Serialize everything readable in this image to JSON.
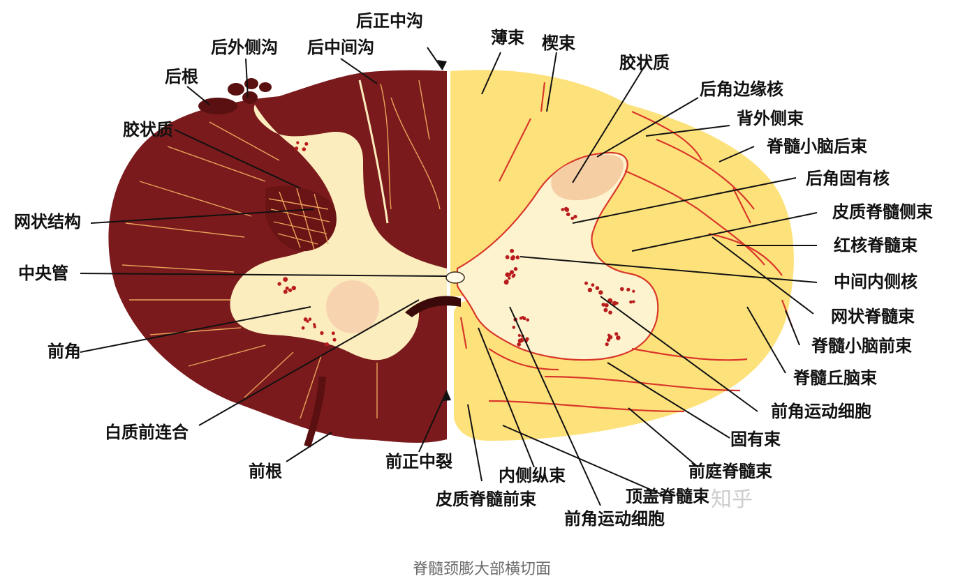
{
  "caption": "脊髓颈膨大部横切面",
  "watermark": "知乎",
  "colors": {
    "left_white_matter": "#7b1a1c",
    "gray_matter": "#fcedbf",
    "right_white_matter": "#fde27c",
    "tract_lines": "#d9372a",
    "motor_cells": "#b81c1c",
    "label_text": "#111111",
    "caption_text": "#6b6b6b"
  },
  "labels": {
    "posterior_median_sulcus": "后正中沟",
    "posterolateral_sulcus": "后外侧沟",
    "posterior_intermediate_sulcus": "后中间沟",
    "posterior_root": "后根",
    "substantia_gelatinosa_left": "胶状质",
    "reticular_formation": "网状结构",
    "central_canal": "中央管",
    "anterior_horn": "前角",
    "anterior_white_commissure": "白质前连合",
    "anterior_root": "前根",
    "anterior_median_fissure": "前正中裂",
    "fasciculus_gracilis": "薄束",
    "fasciculus_cuneatus": "楔束",
    "substantia_gelatinosa_right": "胶状质",
    "posteromarginal_nucleus": "后角边缘核",
    "dorsolateral_fasciculus": "背外侧束",
    "posterior_spinocerebellar_tract": "脊髓小脑后束",
    "nucleus_proprius": "后角固有核",
    "lateral_corticospinal_tract": "皮质脊髓侧束",
    "rubrospinal_tract": "红核脊髓束",
    "intermediomedial_nucleus": "中间内侧核",
    "reticulospinal_tract": "网状脊髓束",
    "anterior_spinocerebellar_tract": "脊髓小脑前束",
    "spinothalamic_tract": "脊髓丘脑束",
    "anterior_horn_motor_cells_right": "前角运动细胞",
    "fasciculus_proprius": "固有束",
    "vestibulospinal_tract": "前庭脊髓束",
    "tectospinal_tract": "顶盖脊髓束",
    "medial_longitudinal_fasciculus": "内侧纵束",
    "anterior_corticospinal_tract": "皮质脊髓前束",
    "anterior_horn_motor_cells_bottom": "前角运动细胞"
  }
}
